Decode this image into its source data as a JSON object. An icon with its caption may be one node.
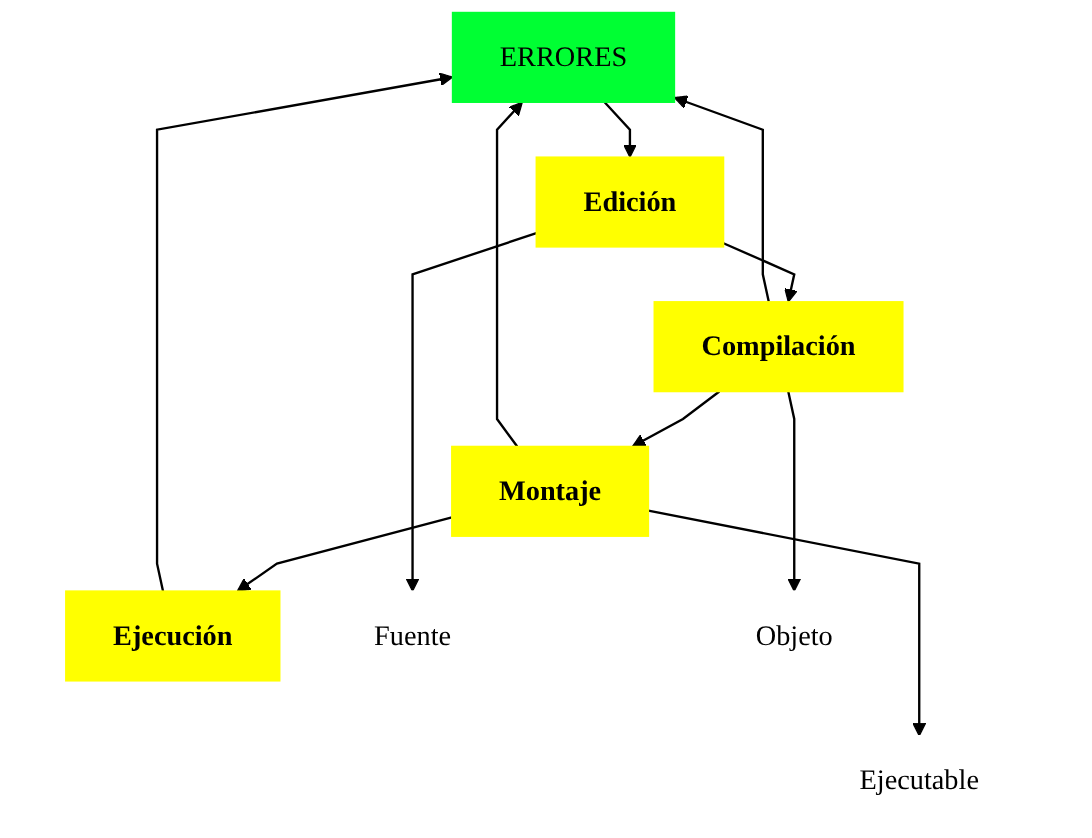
{
  "diagram": {
    "nodes": [
      {
        "text": [
          "ERRORES"
        ]
      },
      {
        "text": [
          "Edición"
        ]
      },
      {
        "text": [
          "Compilación"
        ]
      },
      {
        "text": [
          "Montaje"
        ]
      },
      {
        "text": [
          "Ejecución"
        ]
      },
      {
        "text": [
          "Fuente"
        ]
      },
      {
        "text": [
          "Objeto"
        ]
      },
      {
        "text": [
          "Ejecutable"
        ]
      }
    ],
    "edges": [
      {
        "from": 0,
        "to": 1,
        "arrow": "to"
      },
      {
        "from": 1,
        "to": 2,
        "arrow": "to"
      },
      {
        "from": 1,
        "to": 5,
        "arrow": "to"
      },
      {
        "from": 2,
        "to": 0,
        "arrow": "to"
      },
      {
        "from": 2,
        "to": 3,
        "arrow": "to"
      },
      {
        "from": 2,
        "to": 6,
        "arrow": "to"
      },
      {
        "from": 3,
        "to": 0,
        "arrow": "to"
      },
      {
        "from": 3,
        "to": 4,
        "arrow": "to"
      },
      {
        "from": 3,
        "to": 7,
        "arrow": "to"
      },
      {
        "from": 4,
        "to": 0,
        "arrow": "to"
      }
    ]
  }
}
